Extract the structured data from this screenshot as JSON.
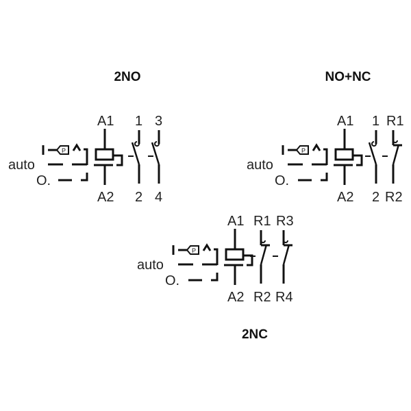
{
  "diagrams": [
    {
      "title": "2NO",
      "selector": {
        "on": "I",
        "auto": "auto",
        "off": "O.",
        "push": "P"
      },
      "coil": {
        "top": "A1",
        "bottom": "A2"
      },
      "contacts": [
        {
          "type": "NO",
          "top": "1",
          "bottom": "2"
        },
        {
          "type": "NO",
          "top": "3",
          "bottom": "4"
        }
      ]
    },
    {
      "title": "NO+NC",
      "selector": {
        "on": "I",
        "auto": "auto",
        "off": "O.",
        "push": "P"
      },
      "coil": {
        "top": "A1",
        "bottom": "A2"
      },
      "contacts": [
        {
          "type": "NO",
          "top": "1",
          "bottom": "2"
        },
        {
          "type": "NC",
          "top": "R1",
          "bottom": "R2"
        }
      ]
    },
    {
      "title": "2NC",
      "selector": {
        "on": "I",
        "auto": "auto",
        "off": "O.",
        "push": "P"
      },
      "coil": {
        "top": "A1",
        "bottom": "A2"
      },
      "contacts": [
        {
          "type": "NC",
          "top": "R1",
          "bottom": "R2"
        },
        {
          "type": "NC",
          "top": "R3",
          "bottom": "R4"
        }
      ]
    }
  ]
}
